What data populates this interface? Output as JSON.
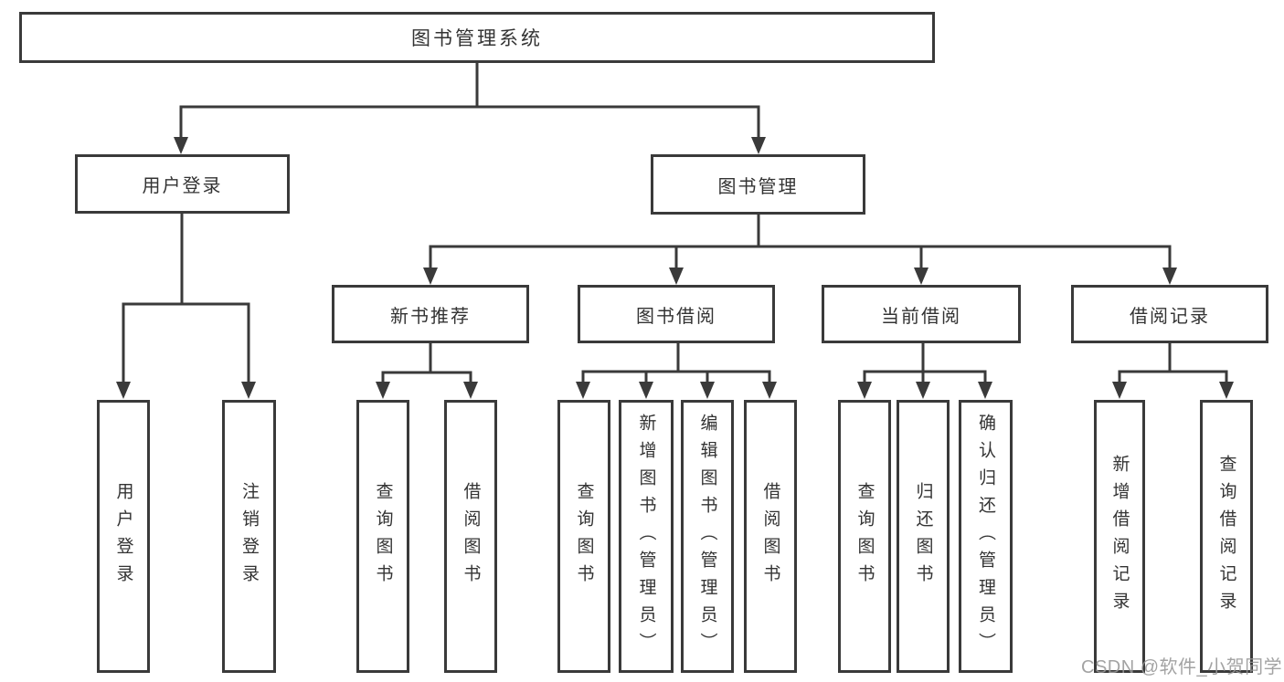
{
  "tree": {
    "root": {
      "label": "图书管理系统"
    },
    "branches": [
      {
        "label": "用户登录",
        "children": [
          {
            "label": "用户登录"
          },
          {
            "label": "注销登录"
          }
        ]
      },
      {
        "label": "图书管理",
        "children": [
          {
            "label": "新书推荐",
            "children": [
              {
                "label": "查询图书"
              },
              {
                "label": "借阅图书"
              }
            ]
          },
          {
            "label": "图书借阅",
            "children": [
              {
                "label": "查询图书"
              },
              {
                "label": "新增图书（管理员）"
              },
              {
                "label": "编辑图书（管理员）"
              },
              {
                "label": "借阅图书"
              }
            ]
          },
          {
            "label": "当前借阅",
            "children": [
              {
                "label": "查询图书"
              },
              {
                "label": "归还图书"
              },
              {
                "label": "确认归还（管理员）"
              }
            ]
          },
          {
            "label": "借阅记录",
            "children": [
              {
                "label": "新增借阅记录"
              },
              {
                "label": "查询借阅记录"
              }
            ]
          }
        ]
      }
    ]
  },
  "watermark": {
    "text": "CSDN @软件_小贺同学"
  },
  "colors": {
    "line": "#3a3a3a",
    "text": "#333333",
    "watermark": "#969696",
    "background": "#ffffff"
  }
}
